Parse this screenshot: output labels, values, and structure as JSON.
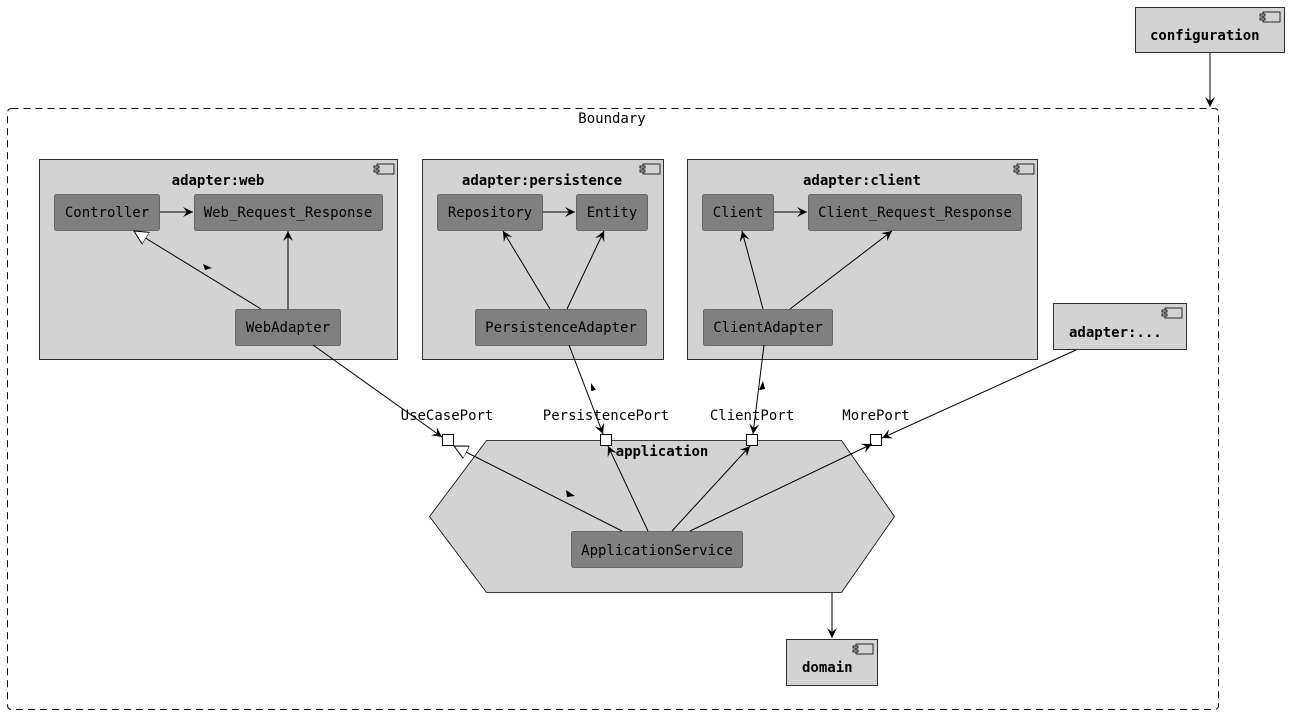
{
  "diagram": {
    "boundary_label": "Boundary",
    "configuration_label": "configuration",
    "domain_label": "domain",
    "adapter_more_label": "adapter:...",
    "adapter_web": {
      "title": "adapter:web",
      "controller": "Controller",
      "request_response": "Web_Request_Response",
      "adapter": "WebAdapter"
    },
    "adapter_persistence": {
      "title": "adapter:persistence",
      "repository": "Repository",
      "entity": "Entity",
      "adapter": "PersistenceAdapter"
    },
    "adapter_client": {
      "title": "adapter:client",
      "client": "Client",
      "request_response": "Client_Request_Response",
      "adapter": "ClientAdapter"
    },
    "application": {
      "title": "application",
      "service": "ApplicationService"
    },
    "ports": {
      "use_case": "UseCasePort",
      "persistence": "PersistencePort",
      "client": "ClientPort",
      "more": "MorePort"
    }
  },
  "colors": {
    "component_fill": "#d3d3d3",
    "class_fill": "#808080",
    "stroke": "#000000",
    "port_fill": "#ffffff"
  }
}
